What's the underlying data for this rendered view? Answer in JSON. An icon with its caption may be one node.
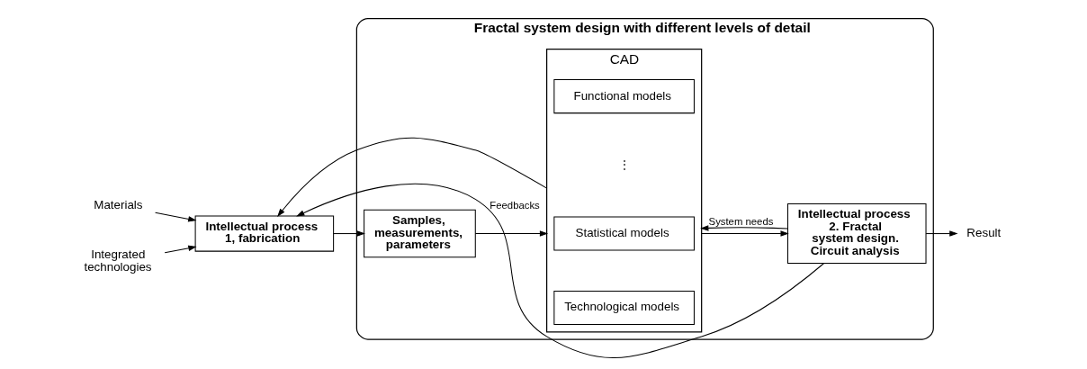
{
  "diagram": {
    "nodes": [
      {
        "text": [
          "Fractal system design with different levels of detail"
        ]
      },
      {
        "text": [
          "Materials"
        ]
      },
      {
        "text": [
          "Integrated technologies"
        ]
      },
      {
        "text": [
          "Intellectual process 1, fabrication"
        ]
      },
      {
        "text": [
          "Samples, measurements, parameters"
        ],
        "in": 0
      },
      {
        "text": [
          "CAD"
        ],
        "in": 0
      },
      {
        "text": [
          "Technological models"
        ],
        "in": 5
      },
      {
        "text": [
          "Statistical models"
        ],
        "in": 5
      },
      {
        "text": [
          "Functional models"
        ],
        "in": 5
      },
      {
        "text": [
          "Intellectual process 2. Fractal system design. Circuit analysis"
        ],
        "in": 0
      },
      {
        "text": [
          "Result"
        ]
      }
    ],
    "edges": [
      {
        "from": 1,
        "to": 3,
        "arrow": "to"
      },
      {
        "from": 2,
        "to": 3,
        "arrow": "to"
      },
      {
        "from": 3,
        "to": 4,
        "arrow": "to"
      },
      {
        "from": 4,
        "to": 5,
        "arrow": "to"
      },
      {
        "from": 5,
        "to": 9,
        "arrow": "to"
      },
      {
        "from": 9,
        "to": 10,
        "arrow": "to"
      },
      {
        "from": 9,
        "to": 3,
        "arrow": "to",
        "label": "Feedbacks"
      },
      {
        "from": 9,
        "to": 5,
        "arrow": "to",
        "label": "System needs"
      },
      {
        "from": 5,
        "to": 3,
        "arrow": "to"
      }
    ],
    "labels": [
      "⋮"
    ]
  }
}
